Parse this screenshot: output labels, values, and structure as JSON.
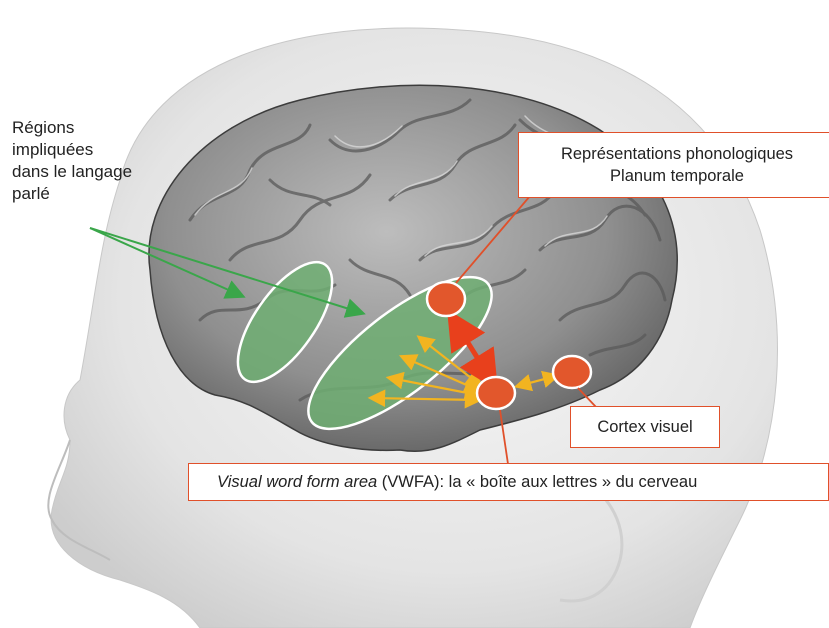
{
  "labels": {
    "regions_line1": "Régions",
    "regions_line2": "impliquées",
    "regions_line3": "dans le langage",
    "regions_line4": "parlé",
    "phono_line1": "Représentations phonologiques",
    "phono_line2": "Planum temporale",
    "visual_cortex": "Cortex visuel",
    "vwfa_italic": "Visual word form area",
    "vwfa_rest": " (VWFA): la « boîte aux lettres » du cerveau"
  },
  "colors": {
    "box_border": "#e0502a",
    "node_fill": "#e2572c",
    "green_region": "#6fae72",
    "green_arrow": "#3aa64a",
    "yellow_arrow": "#f2b420",
    "red_arrow": "#e8401c"
  },
  "icons": {
    "head": "head-silhouette",
    "brain": "brain-cortex"
  }
}
